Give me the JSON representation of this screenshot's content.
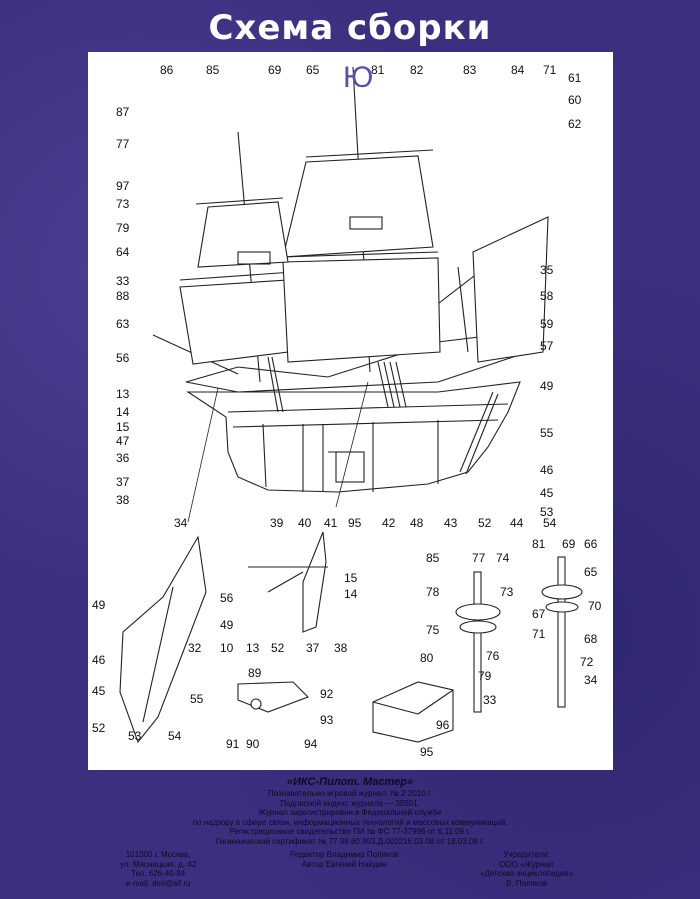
{
  "title": "Схема сборки",
  "handwritten_mark": "Ю",
  "labels": {
    "main": {
      "top": [
        "86",
        "85",
        "69",
        "65",
        "81",
        "82",
        "83",
        "84",
        "71"
      ],
      "right": [
        "61",
        "60",
        "62",
        "35",
        "58",
        "59",
        "57",
        "49",
        "55",
        "46",
        "45",
        "53"
      ],
      "left": [
        "87",
        "77",
        "97",
        "73",
        "79",
        "64",
        "33",
        "88",
        "63",
        "56",
        "13",
        "14",
        "15",
        "47",
        "36",
        "37",
        "38"
      ],
      "bottom": [
        "34",
        "39",
        "40",
        "41",
        "95",
        "42",
        "48",
        "43",
        "52",
        "44",
        "54"
      ]
    },
    "rudder": [
      "49",
      "46",
      "45",
      "52",
      "53",
      "54",
      "55",
      "32"
    ],
    "detail": [
      "56",
      "49",
      "10",
      "13",
      "52",
      "37",
      "38",
      "15",
      "14"
    ],
    "anchor": [
      "89",
      "92",
      "93",
      "91",
      "90",
      "94"
    ],
    "box": [
      "96",
      "95"
    ],
    "mast1": [
      "85",
      "77",
      "74",
      "78",
      "73",
      "75",
      "76",
      "80",
      "79",
      "33"
    ],
    "mast2": [
      "81",
      "69",
      "66",
      "65",
      "67",
      "70",
      "71",
      "68",
      "72",
      "34"
    ]
  },
  "imprint": {
    "heading": "«ИКС-Пилот. Мастер»",
    "lines": [
      "Познавательно-игровой журнал. № 2 2010 г.",
      "Подписной индекс журнала — 39501.",
      "Журнал зарегистрирован в Федеральной службе",
      "по надзору в сфере связи, информационных технологий и массовых коммуникаций.",
      "Регистрационное свидетельство ПИ № ФС 77-37996 от 6.11.09 г.",
      "Гигиенический сертификат № 77.99.60.953.Д.002216.03.08 от 18.03.08 г."
    ],
    "address": [
      "101000 г. Москва,",
      "ул. Мясницкая, д. 42",
      "Тел. 626-40-84",
      "e-mail: deti@sif.ru"
    ],
    "editors": [
      "Редактор Владимир Поляков",
      "Автор Евгений Найдин"
    ],
    "founder": [
      "Учредители:",
      "ООО «Журнал",
      "«Детская энциклопедия»",
      "В. Поляков"
    ]
  },
  "colors": {
    "background": "#3b3080",
    "panel": "#ffffff",
    "ink": "#111111",
    "mark": "#5a4fb0"
  }
}
